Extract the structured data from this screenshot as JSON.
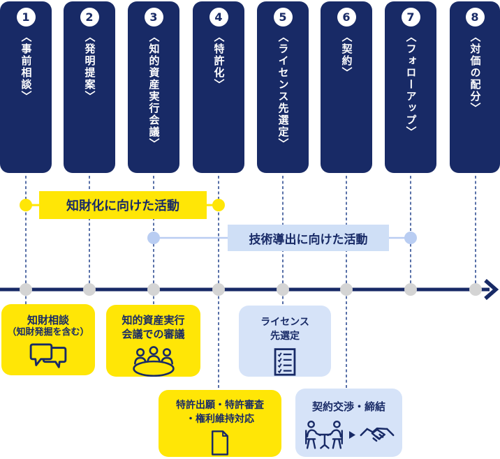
{
  "colors": {
    "navy": "#182a66",
    "yellow": "#ffe606",
    "light_blue_box": "#d6e3f8",
    "band_blue": "#cfdff6",
    "periwinkle_dot": "#b9cdf2",
    "timeline_gray_dot": "#d4d4d4"
  },
  "pillars": [
    {
      "number": "1",
      "label": "〈事前相談〉"
    },
    {
      "number": "2",
      "label": "〈発明提案〉"
    },
    {
      "number": "3",
      "label": "〈知的資産実行会議〉"
    },
    {
      "number": "4",
      "label": "〈特許化〉"
    },
    {
      "number": "5",
      "label": "〈ライセンス先選定〉"
    },
    {
      "number": "6",
      "label": "〈契約〉"
    },
    {
      "number": "7",
      "label": "〈フォローアップ〉"
    },
    {
      "number": "8",
      "label": "〈対価の配分〉"
    }
  ],
  "bands": {
    "ip": {
      "label": "知財化に向けた活動"
    },
    "tech": {
      "label": "技術導出に向けた活動"
    }
  },
  "boxes": {
    "consult": {
      "line1": "知財相談",
      "line2": "（知財発掘を含む）",
      "icon": "speech-bubbles-icon"
    },
    "council": {
      "line1": "知的資産実行",
      "line2": "会議での審議",
      "icon": "meeting-table-icon"
    },
    "licensee": {
      "line1": "ライセンス",
      "line2": "先選定",
      "icon": "checklist-icon"
    },
    "patent": {
      "line1": "特許出願・特許審査",
      "line2": "・権利維持対応",
      "icon": "document-icon"
    },
    "contract": {
      "line1": "契約交渉・締結",
      "icons": "negotiation-icon, arrow-right-icon, handshake-icon"
    }
  }
}
